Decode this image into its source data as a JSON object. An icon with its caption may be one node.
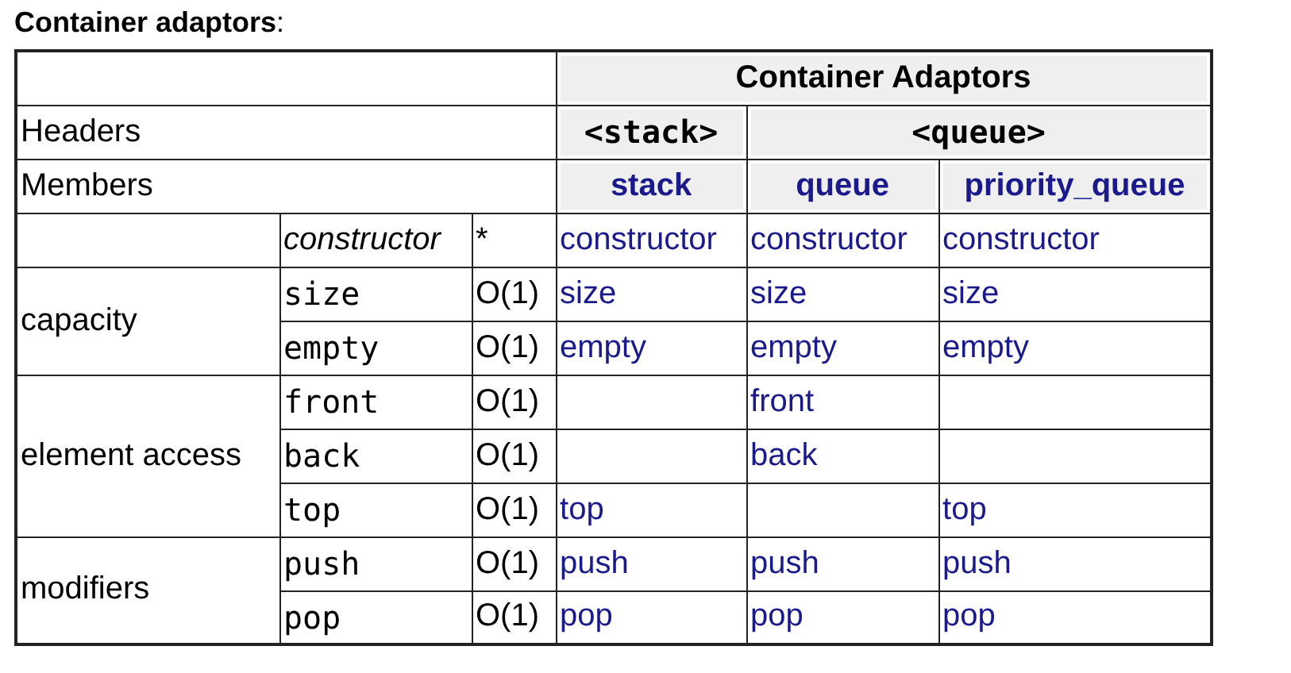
{
  "diagram": {
    "title": "**Container adaptors**:",
    "labels": [
      "Container Adaptors",
      "Headers",
      "<stack>",
      "<queue>",
      "Members",
      "stack",
      "queue",
      "priority_queue",
      "constructor",
      "*",
      "constructor",
      "constructor",
      "constructor",
      "capacity",
      "size",
      "O(1)",
      "size",
      "size",
      "size",
      "empty",
      "O(1)",
      "empty",
      "empty",
      "empty",
      "element access",
      "front",
      "O(1)",
      "front",
      "back",
      "O(1)",
      "back",
      "top",
      "O(1)",
      "top",
      "top",
      "modifiers",
      "push",
      "O(1)",
      "push",
      "push",
      "push",
      "pop",
      "O(1)",
      "pop",
      "pop",
      "pop"
    ]
  }
}
